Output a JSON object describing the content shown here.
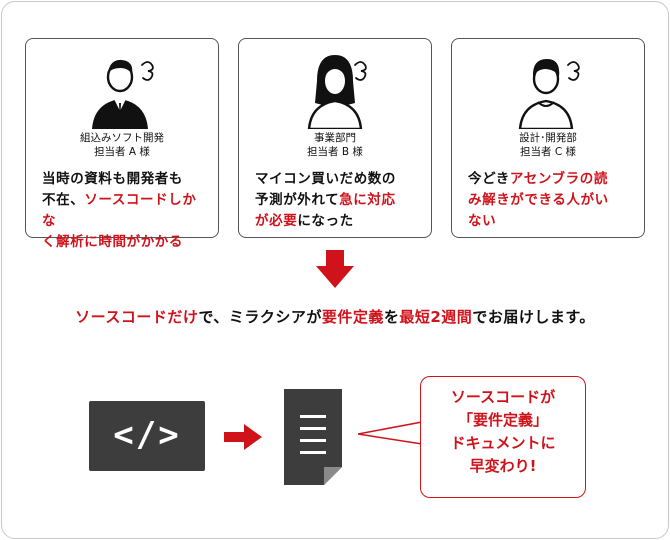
{
  "cards": [
    {
      "role_line1": "組込みソフト開発",
      "role_line2": "担当者 A 様",
      "quote": [
        {
          "t": "当時の資料も開発者も",
          "red": false
        },
        {
          "t": "不在、",
          "red": false
        },
        {
          "t": "ソースコードしかな",
          "red": true
        },
        {
          "t": "く解析に時間がかかる",
          "red": true
        }
      ]
    },
    {
      "role_line1": "事業部門",
      "role_line2": "担当者 B 様",
      "quote": [
        {
          "t": "マイコン買いだめ数の",
          "red": false
        },
        {
          "t": "予測が外れて",
          "red": false
        },
        {
          "t": "急に対応",
          "red": true
        },
        {
          "t": "が必要",
          "red": true
        },
        {
          "t": "になった",
          "red": false
        }
      ]
    },
    {
      "role_line1": "設計･開発部",
      "role_line2": "担当者 C 様",
      "quote": [
        {
          "t": "今どき",
          "red": false
        },
        {
          "t": "アセンブラの読",
          "red": true
        },
        {
          "t": "み解きができる人がい",
          "red": true
        },
        {
          "t": "ない",
          "red": true
        }
      ]
    }
  ],
  "headline": [
    {
      "t": "ソースコードだけ",
      "red": true
    },
    {
      "t": "で、ミラクシアが",
      "red": false
    },
    {
      "t": "要件定義",
      "red": true
    },
    {
      "t": "を",
      "red": false
    },
    {
      "t": "最短2週間",
      "red": true
    },
    {
      "t": "でお届けします。",
      "red": false
    }
  ],
  "code_glyph": "</>",
  "bubble_lines": [
    "ソースコードが",
    "「要件定義」",
    "ドキュメントに",
    "早変わり!"
  ],
  "icons": {
    "arrow": "down-arrow-icon",
    "code": "code-icon",
    "doc": "document-icon"
  },
  "colors": {
    "accent": "#d0131b",
    "dark": "#3d3d3d",
    "border": "#555555"
  }
}
